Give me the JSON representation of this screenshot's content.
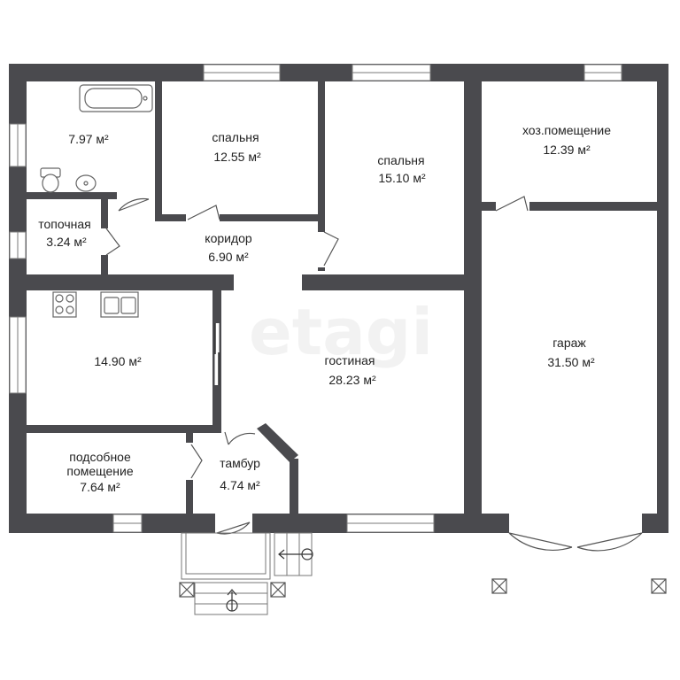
{
  "colors": {
    "wall": "#4a4a4e",
    "line": "#7a7a7a",
    "window_fill": "#ffffff",
    "label": "#222222"
  },
  "watermark": "etagi",
  "rooms": {
    "bathroom": {
      "area": "7.97 м²"
    },
    "bedroom1": {
      "name": "спальня",
      "area": "12.55 м²"
    },
    "bedroom2": {
      "name": "спальня",
      "area": "15.10 м²"
    },
    "utility": {
      "name": "хоз.помещение",
      "area": "12.39 м²"
    },
    "boiler": {
      "name": "топочная",
      "area": "3.24 м²"
    },
    "corridor": {
      "name": "коридор",
      "area": "6.90 м²"
    },
    "kitchen": {
      "area": "14.90 м²"
    },
    "living": {
      "name": "гостиная",
      "area": "28.23 м²"
    },
    "garage": {
      "name": "гараж",
      "area": "31.50 м²"
    },
    "auxiliary": {
      "name_line1": "подсобное",
      "name_line2": "помещение",
      "area": "7.64 м²"
    },
    "vestibule": {
      "name": "тамбур",
      "area": "4.74 м²"
    }
  }
}
